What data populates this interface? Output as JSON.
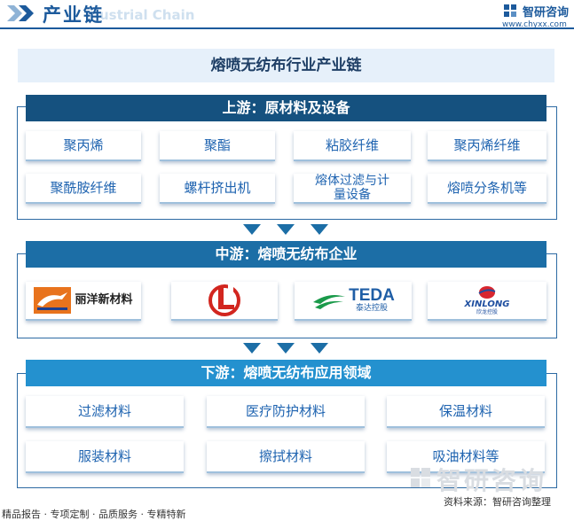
{
  "header": {
    "title": "产业链",
    "ghost": "ustrial Chain",
    "brand_cn": "智研咨询",
    "brand_url": "www.chyxx.com"
  },
  "main_title": "熔喷无纺布行业产业链",
  "upstream": {
    "band": "上游：原材料及设备",
    "items": [
      "聚丙烯",
      "聚酯",
      "粘胶纤维",
      "聚丙烯纤维",
      "聚酰胺纤维",
      "螺杆挤出机",
      "熔体过滤与计量设备",
      "熔喷分条机等"
    ]
  },
  "midstream": {
    "band": "中游：熔喷无纺布企业",
    "logos": {
      "liyang": "丽洋新材料",
      "teda_en": "TEDA",
      "teda_cn": "泰达控股",
      "xinlong_en": "XINLONG",
      "xinlong_cn": "欣龙控股"
    }
  },
  "downstream": {
    "band": "下游：熔喷无纺布应用领域",
    "items": [
      "过滤材料",
      "医疗防护材料",
      "保温材料",
      "服装材料",
      "擦拭材料",
      "吸油材料等"
    ]
  },
  "footer": {
    "left": "精品报告 · 专项定制 · 品质服务 · 专精特新",
    "source": "资料来源：智研咨询整理",
    "watermark": "智研咨询"
  },
  "colors": {
    "accent": "#1c5a9c",
    "upstream": "#15517f",
    "midstream": "#1c6ea6",
    "downstream": "#2491cf",
    "card_text": "#1e63b0"
  }
}
